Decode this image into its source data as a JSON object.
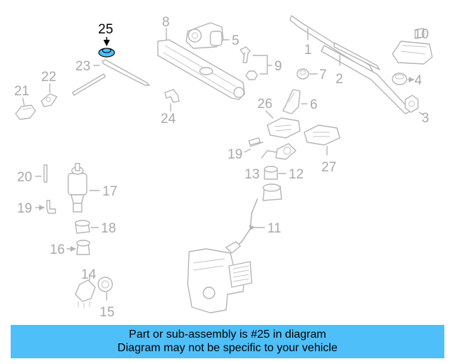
{
  "diagram": {
    "highlighted_part": "25",
    "highlight_color": "#4fbff9",
    "callouts": [
      "1",
      "2",
      "3",
      "4",
      "5",
      "6",
      "7",
      "8",
      "9",
      "10",
      "11",
      "12",
      "13",
      "14",
      "15",
      "16",
      "17",
      "18",
      "19",
      "19",
      "20",
      "21",
      "22",
      "23",
      "24",
      "25",
      "26",
      "27"
    ]
  },
  "banner": {
    "line1": "Part or sub-assembly is #25 in diagram",
    "line2": "Diagram may not be specific to your vehicle",
    "background": "#4fbff9"
  }
}
